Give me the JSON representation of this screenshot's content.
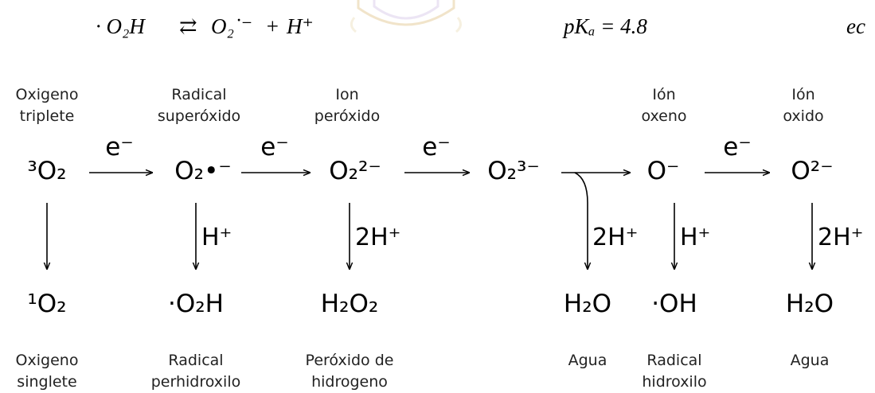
{
  "equation": {
    "left": "· O₂H",
    "arrow": "⇄",
    "product1": "O₂˙⁻",
    "plus": "+",
    "product2": "H⁺",
    "pka_label": "pKₐ = 4.8",
    "trailing": "ec"
  },
  "top_captions": [
    {
      "line1": "Oxigeno",
      "line2": "triplete"
    },
    {
      "line1": "Radical",
      "line2": "superóxido"
    },
    {
      "line1": "Ion",
      "line2": "peróxido"
    },
    {
      "line1": "Ión",
      "line2": "oxeno"
    },
    {
      "line1": "Ión",
      "line2": "oxido"
    }
  ],
  "top_species": [
    "³O₂",
    "O₂•⁻",
    "O₂²⁻",
    "O₂³⁻",
    "O⁻",
    "O²⁻"
  ],
  "electron_label": "e⁻",
  "proton_labels": [
    "H⁺",
    "2H⁺",
    "2H⁺",
    "H⁺",
    "2H⁺"
  ],
  "bottom_species": [
    "¹O₂",
    "·O₂H",
    "H₂O₂",
    "H₂O",
    "·OH",
    "H₂O"
  ],
  "bottom_captions": [
    {
      "line1": "Oxigeno",
      "line2": "singlete"
    },
    {
      "line1": "Radical",
      "line2": "perhidroxilo"
    },
    {
      "line1": "Peróxido de",
      "line2": "hidrogeno"
    },
    {
      "line1": "Agua",
      "line2": ""
    },
    {
      "line1": "Radical",
      "line2": "hidroxilo"
    },
    {
      "line1": "Agua",
      "line2": ""
    }
  ],
  "colors": {
    "text": "#000000",
    "caption": "#222222",
    "watermark": "#d9b36a"
  }
}
